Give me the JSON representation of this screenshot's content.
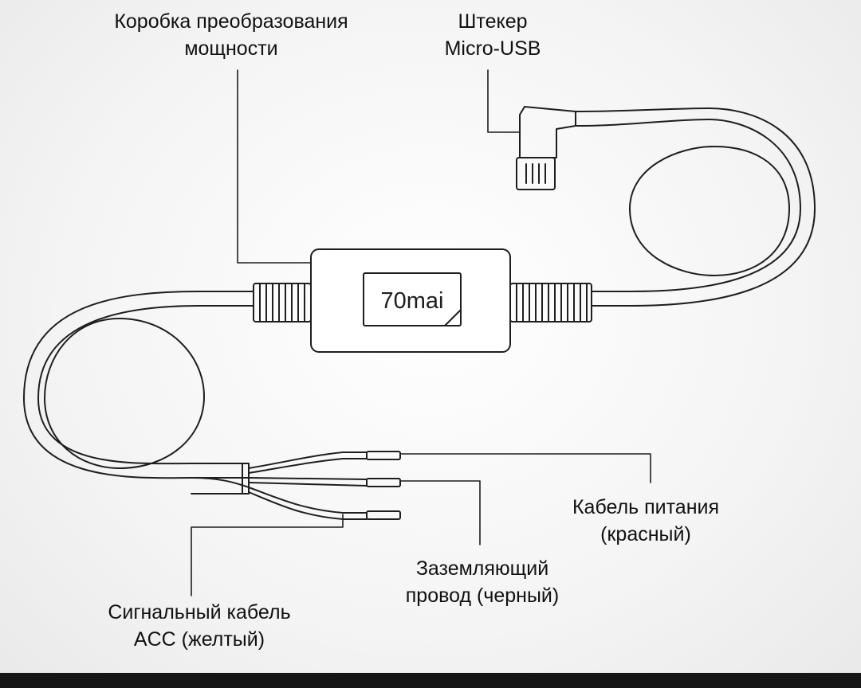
{
  "labels": {
    "converter_line1": "Коробка преобразования",
    "converter_line2": "мощности",
    "plug_line1": "Штекер",
    "plug_line2": "Micro-USB",
    "power_line1": "Кабель питания",
    "power_line2": "(красный)",
    "ground_line1": "Заземляющий",
    "ground_line2": "провод (черный)",
    "acc_line1": "Сигнальный кабель",
    "acc_line2": "ACC (желтый)"
  },
  "brand": "70mai",
  "colors": {
    "line": "#1e1e1e",
    "background": "#f6f6f6",
    "bottom_bar": "#161616"
  }
}
